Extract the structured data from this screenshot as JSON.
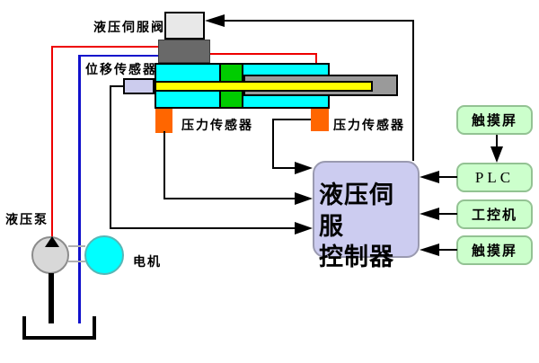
{
  "diagram": {
    "type": "hydraulic-servo-system-block-diagram",
    "labels": {
      "servo_valve": "液压伺服阀",
      "displacement_sensor": "位移传感器",
      "pressure_sensor_left": "压力传感器",
      "pressure_sensor_right": "压力传感器",
      "pump": "液压泵",
      "motor": "电机",
      "controller_line1": "液压伺服",
      "controller_line2": "控制器",
      "hmi_top": "触摸屏",
      "plc": "PLC",
      "ipc": "工控机",
      "hmi_bottom": "触摸屏"
    },
    "colors": {
      "cylinder_body": "#00ffff",
      "piston": "#00cc00",
      "rod_yellow": "#ffff00",
      "rod_gray": "#9a9a9a",
      "valve_body": "#696969",
      "valve_solenoid": "#e8e8e8",
      "pressure_sensor": "#ff6600",
      "displacement_sensor_box": "#ccccee",
      "controller_fill": "#ccccf0",
      "hmi_fill": "#ccffcc",
      "motor_fill": "#00ffff",
      "pump_fill": "#d8d8d8",
      "supply_line": "#ee0000",
      "return_line": "#1111cc",
      "signal_line": "#000000"
    }
  }
}
